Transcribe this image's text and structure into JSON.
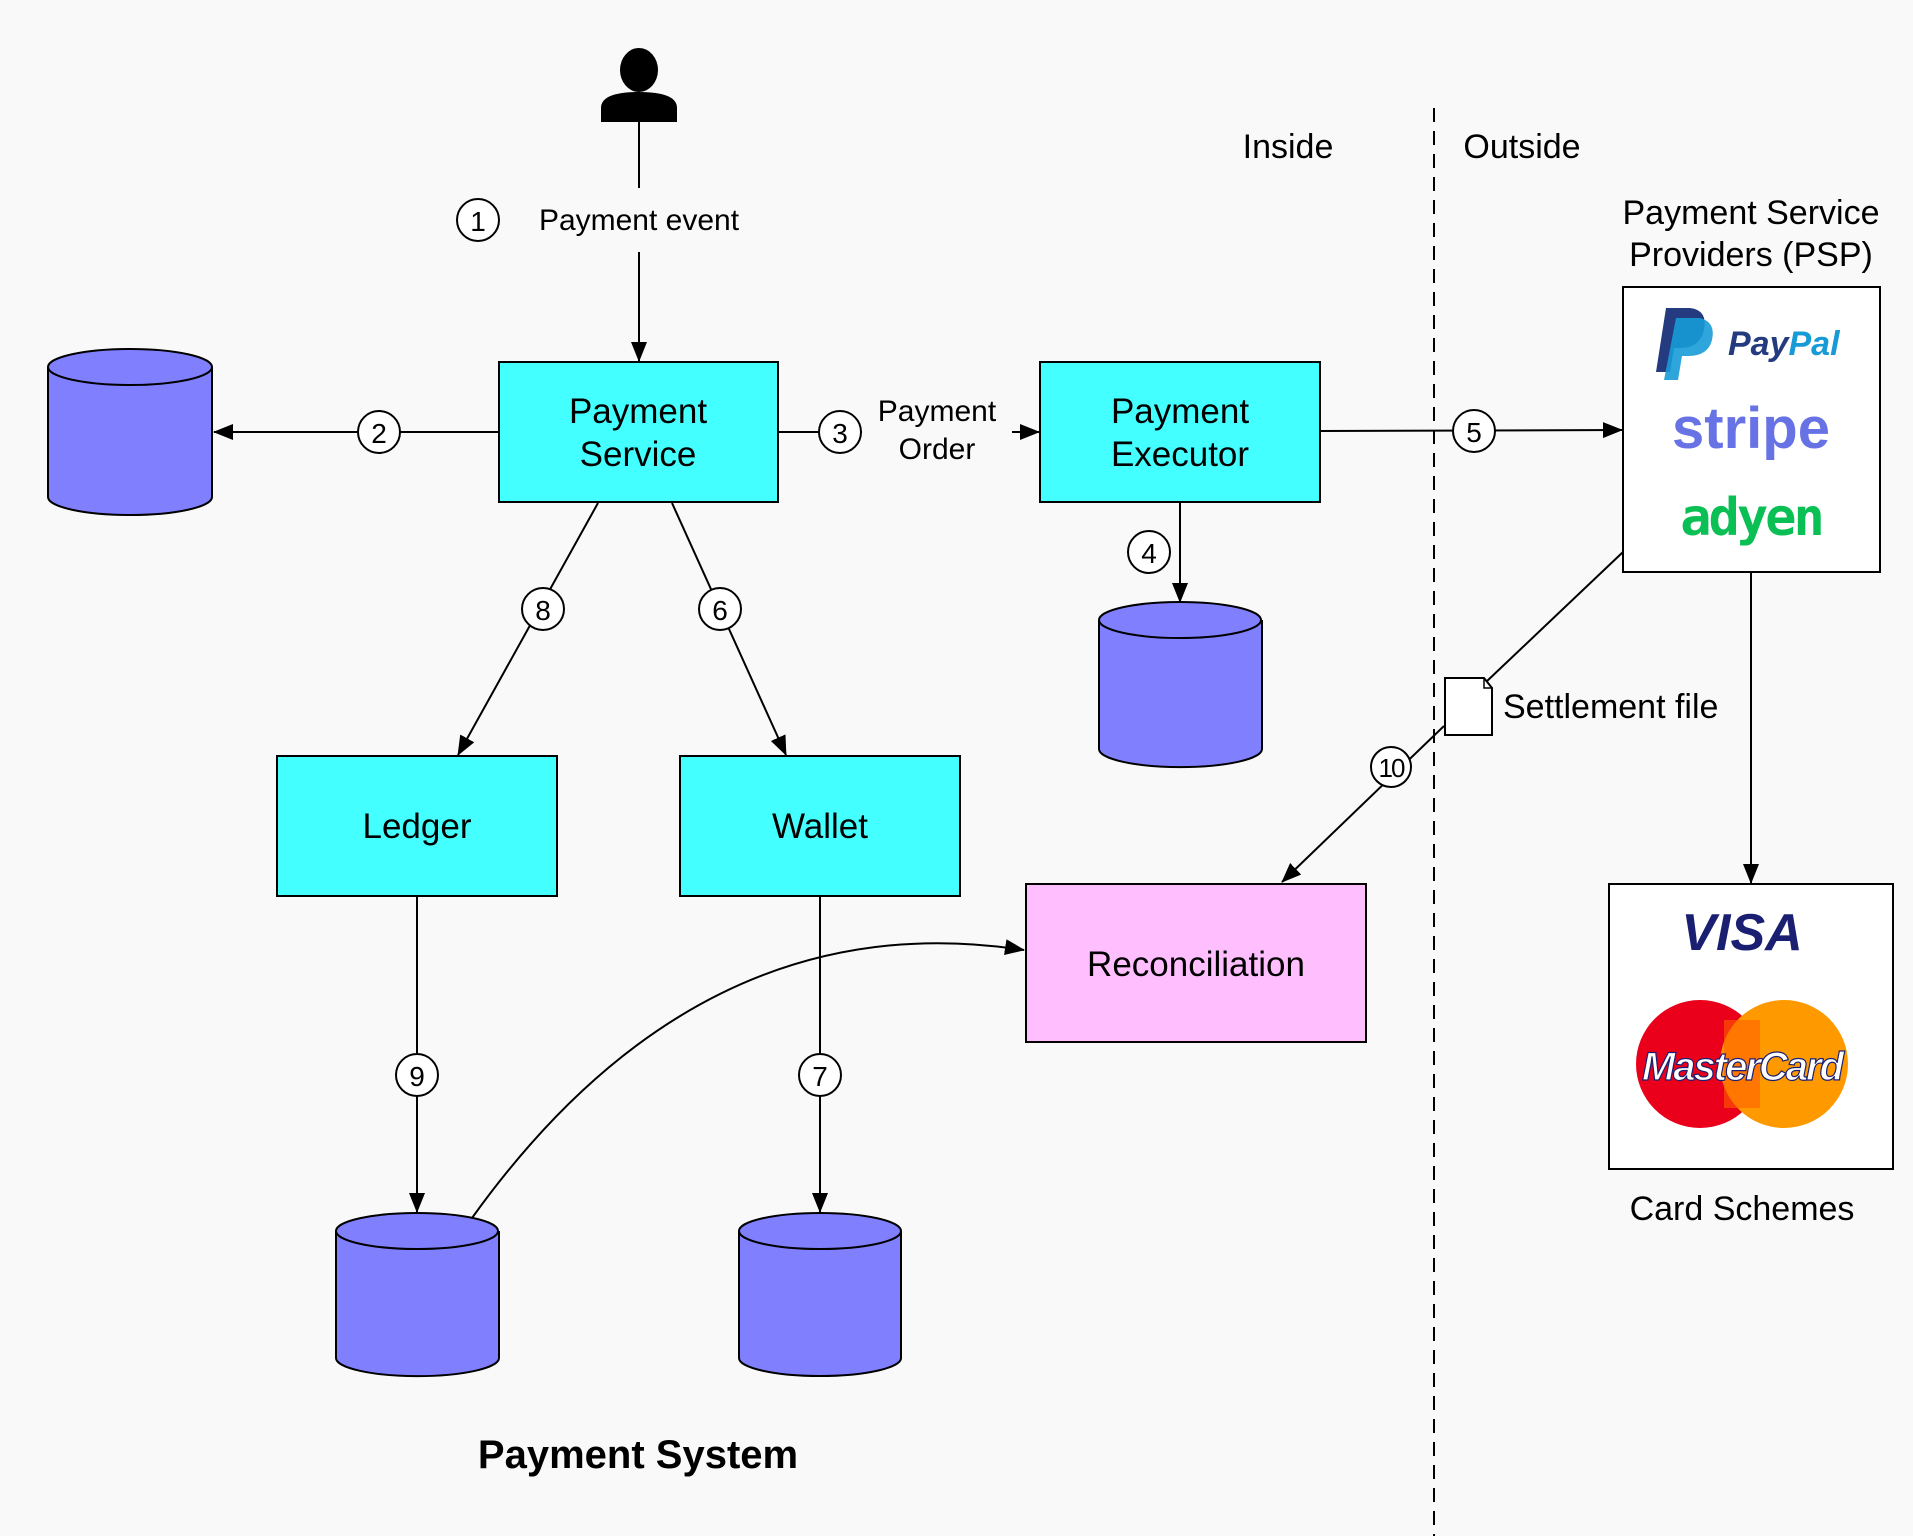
{
  "diagram": {
    "title": "Payment System",
    "zones": {
      "inside": "Inside",
      "outside": "Outside"
    },
    "nodes": {
      "payment_service": {
        "label_line1": "Payment",
        "label_line2": "Service",
        "fill": "#44ffff"
      },
      "payment_executor": {
        "label_line1": "Payment",
        "label_line2": "Executor",
        "fill": "#44ffff"
      },
      "ledger": {
        "label": "Ledger",
        "fill": "#44ffff"
      },
      "wallet": {
        "label": "Wallet",
        "fill": "#44ffff"
      },
      "reconciliation": {
        "label": "Reconciliation",
        "fill": "#ffbfff"
      },
      "database_fill": "#8080ff"
    },
    "psp": {
      "title_line1": "Payment Service",
      "title_line2": "Providers (PSP)",
      "logos": {
        "paypal": "PayPal",
        "stripe": "stripe",
        "adyen": "adyen"
      },
      "colors": {
        "paypal_dark": "#253b80",
        "paypal_light": "#179bd7",
        "stripe": "#6772e5",
        "adyen": "#0abf53"
      }
    },
    "card_schemes": {
      "title": "Card Schemes",
      "logos": {
        "visa": "VISA",
        "mastercard": "MasterCard"
      },
      "colors": {
        "visa": "#1a1f71",
        "mc_red": "#eb001b",
        "mc_orange": "#ff9900"
      }
    },
    "edges": {
      "e1": {
        "step": "1",
        "label": "Payment event"
      },
      "e2": {
        "step": "2"
      },
      "e3": {
        "step": "3",
        "label_line1": "Payment",
        "label_line2": "Order"
      },
      "e4": {
        "step": "4"
      },
      "e5": {
        "step": "5"
      },
      "e6": {
        "step": "6"
      },
      "e7": {
        "step": "7"
      },
      "e8": {
        "step": "8"
      },
      "e9": {
        "step": "9"
      },
      "e10": {
        "step": "10",
        "label": "Settlement file"
      }
    }
  }
}
